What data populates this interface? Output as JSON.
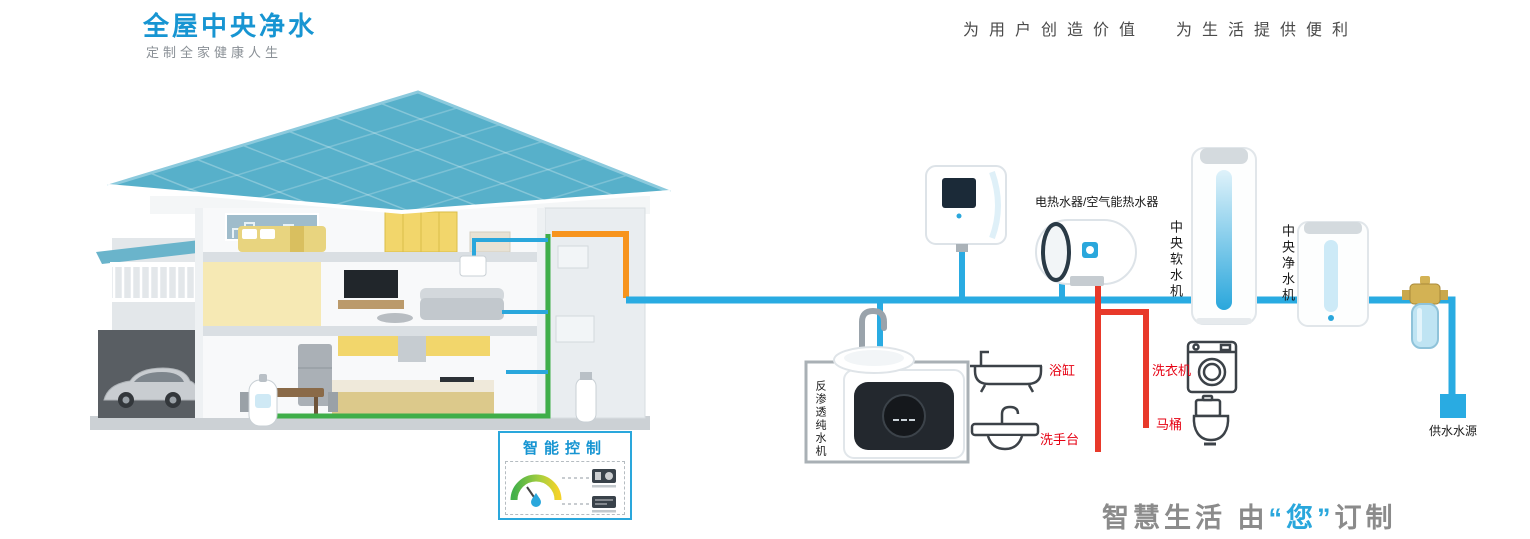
{
  "header": {
    "title": "全屋中央净水",
    "subtitle": "定制全家健康人生",
    "slogans": [
      "为 用 户 创 造 价 值",
      "为 生 活 提 供 便 利"
    ]
  },
  "smart_control": {
    "title": "智能控制"
  },
  "diagram": {
    "labels": {
      "heater": "电热水器/空气能热水器",
      "softener": "中央软水机",
      "purifier": "中央净水机",
      "ro_machine": "反渗透纯水机",
      "water_source": "供水水源",
      "bathtub": "浴缸",
      "wash_basin": "洗手台",
      "washing_machine": "洗衣机",
      "toilet": "马桶"
    },
    "colors": {
      "cold_pipe": "#29abe2",
      "hot_pipe": "#e8392a",
      "soft_pipe": "#3fae49",
      "return_pipe": "#f7941d",
      "accent_blue": "#1795d2",
      "label_red": "#e60012"
    }
  },
  "footer": {
    "prefix": "智慧生活 由",
    "highlight": "“您”",
    "suffix": "订制"
  }
}
